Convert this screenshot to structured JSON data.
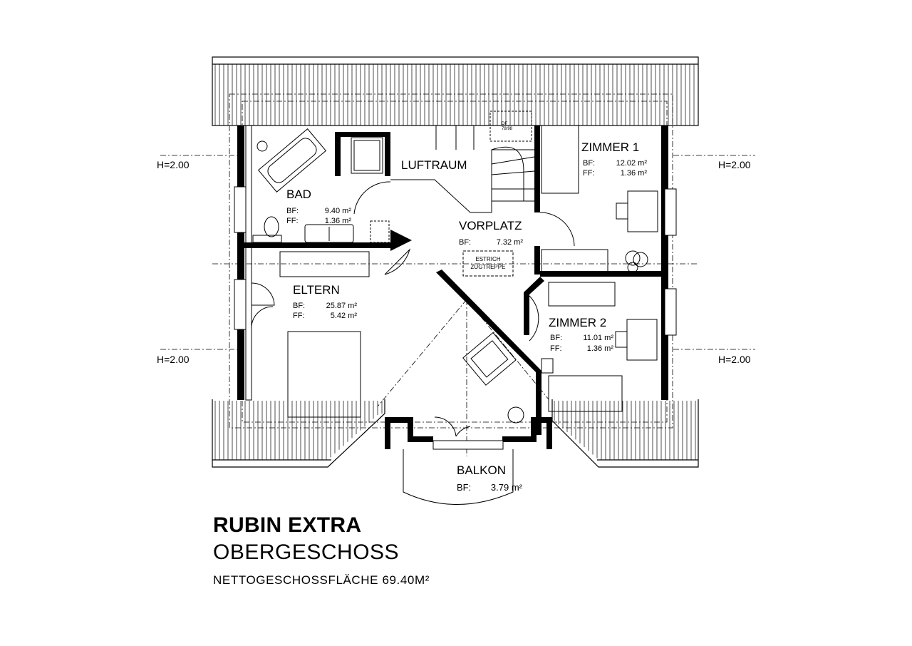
{
  "plan": {
    "rooms": [
      {
        "name": "BAD",
        "bf": "9.40 m²",
        "ff": "1.36 m²"
      },
      {
        "name": "LUFTRAUM"
      },
      {
        "name": "ZIMMER 1",
        "bf": "12.02 m²",
        "ff": "1.36 m²"
      },
      {
        "name": "VORPLATZ",
        "bf": "7.32 m²"
      },
      {
        "name": "ELTERN",
        "bf": "25.87 m²",
        "ff": "5.42 m²"
      },
      {
        "name": "ZIMMER 2",
        "bf": "11.01 m²",
        "ff": "1.36 m²"
      },
      {
        "name": "BALKON",
        "bf": "3.79 m²"
      }
    ],
    "bf_label": "BF:",
    "ff_label": "FF:",
    "height_marks": [
      "H=2.00",
      "H=2.00",
      "H=2.00",
      "H=2.00"
    ],
    "estrich_line1": "ESTRICH",
    "estrich_line2": "ZUGTREPPE",
    "window_line1": "DF",
    "window_line2": "78/98"
  },
  "caption": {
    "title": "RUBIN EXTRA",
    "subtitle": "OBERGESCHOSS",
    "net_area": "NETTOGESCHOSSFLÄCHE 69.40M²"
  }
}
